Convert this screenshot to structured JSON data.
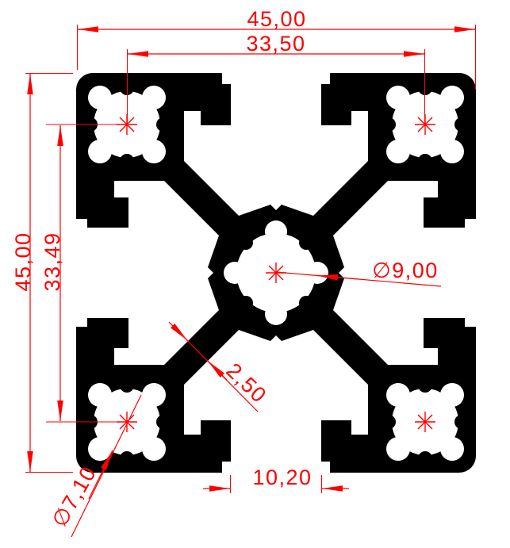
{
  "drawing": {
    "type": "technical-drawing",
    "subject": "aluminium-extrusion-profile-45x45-cross-section",
    "colors": {
      "dimension": "#ff0000",
      "profile": "#000000",
      "background": "#ffffff"
    },
    "dimensions": {
      "outer_width": "45,00",
      "slot_center_spacing_horizontal": "33,50",
      "outer_height": "45,00",
      "hole_center_spacing_vertical": "33,49",
      "center_bore_diameter": "∅9,00",
      "web_thickness": "2,50",
      "slot_opening_width": "10,20",
      "corner_bore_diameter": "∅7,10"
    }
  }
}
